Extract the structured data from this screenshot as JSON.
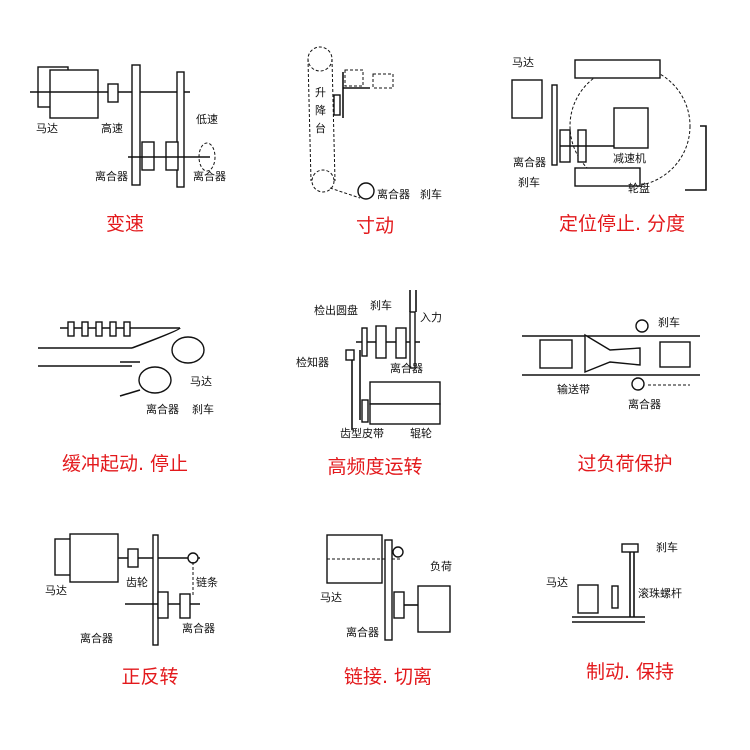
{
  "colors": {
    "title": "#e3191c",
    "line": "#111111"
  },
  "panels": [
    {
      "title": "变速",
      "labels": {
        "motor": "马达",
        "high": "高速",
        "low": "低速",
        "clutch1": "离合器",
        "clutch2": "离合器"
      }
    },
    {
      "title": "寸动",
      "labels": {
        "lift1": "升",
        "lift2": "降",
        "lift3": "台",
        "clutch": "离合器",
        "brake": "刹车"
      }
    },
    {
      "title": "定位停止. 分度",
      "labels": {
        "motor": "马达",
        "clutch": "离合器",
        "brake": "刹车",
        "reducer": "减速机",
        "disc": "轮盘"
      }
    },
    {
      "title": "缓冲起动. 停止",
      "labels": {
        "motor": "马达",
        "clutch": "离合器",
        "brake": "刹车"
      }
    },
    {
      "title": "高频度运转",
      "labels": {
        "disc": "检出圆盘",
        "brake": "刹车",
        "input": "入力",
        "sensor": "检知器",
        "clutch": "离合器",
        "belt": "齿型皮带",
        "roller": "辊轮"
      }
    },
    {
      "title": "过负荷保护",
      "labels": {
        "brake": "刹车",
        "conveyor": "输送带",
        "clutch": "离合器"
      }
    },
    {
      "title": "正反转",
      "labels": {
        "motor": "马达",
        "gear": "齿轮",
        "chain": "链条",
        "clutch1": "离合器",
        "clutch2": "离合器"
      }
    },
    {
      "title": "链接. 切离",
      "labels": {
        "motor": "马达",
        "load": "负荷",
        "clutch": "离合器"
      }
    },
    {
      "title": "制动. 保持",
      "labels": {
        "brake": "刹车",
        "motor": "马达",
        "screw": "滚珠螺杆"
      }
    }
  ]
}
